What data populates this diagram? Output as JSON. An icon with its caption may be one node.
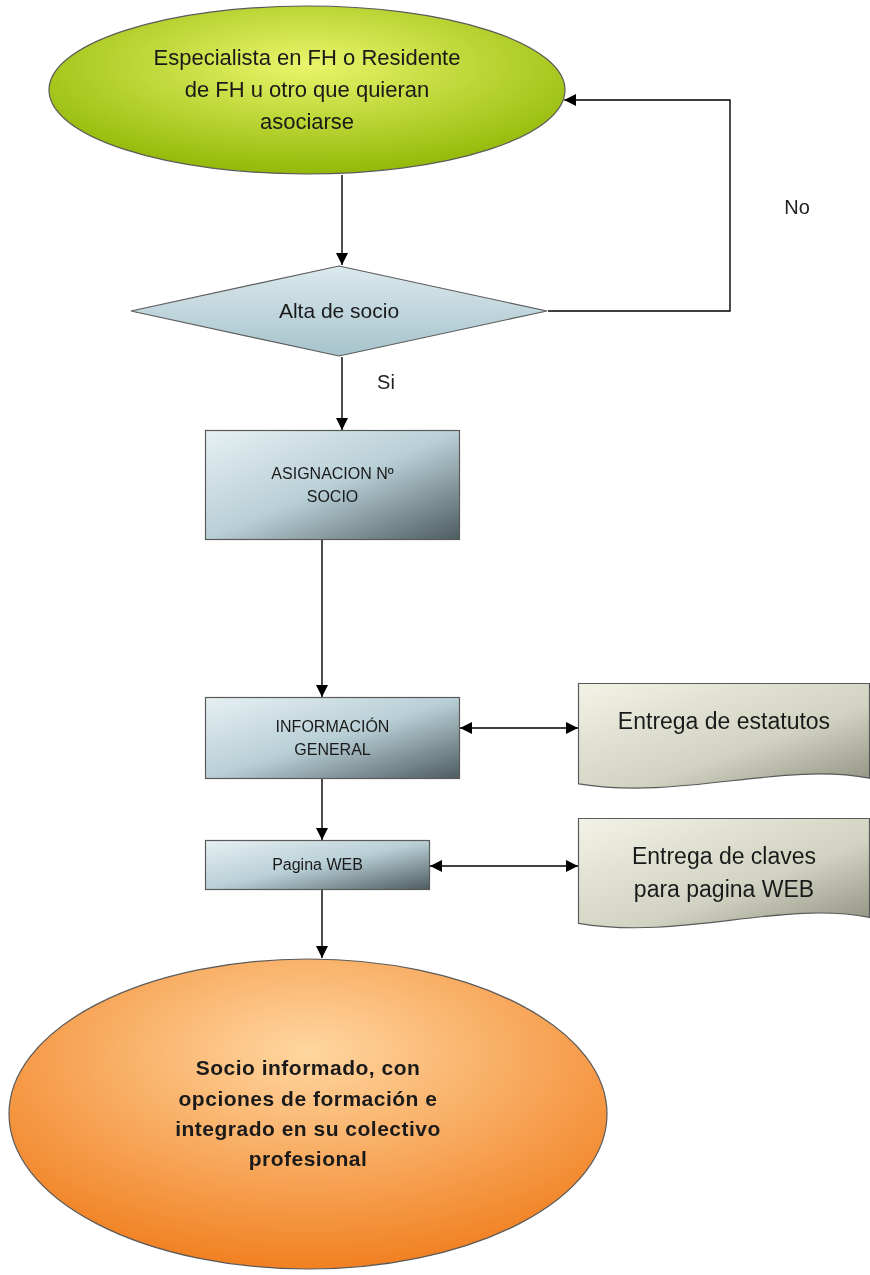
{
  "diagram": {
    "nodes": [
      {
        "text": [
          "Especialista en FH o Residente de FH u otro que quieran asociarse"
        ]
      },
      {
        "text": [
          "Alta de socio"
        ]
      },
      {
        "text": [
          "ASIGNACION Nº SOCIO"
        ]
      },
      {
        "text": [
          "INFORMACIÓN GENERAL"
        ]
      },
      {
        "text": [
          "Entrega de estatutos"
        ]
      },
      {
        "text": [
          "Pagina WEB"
        ]
      },
      {
        "text": [
          "Entrega de claves para pagina WEB"
        ]
      },
      {
        "text": [
          "Socio informado, con opciones de formación e integrado en su colectivo profesional"
        ]
      }
    ],
    "edges": [
      {
        "from": 0,
        "to": 1,
        "arrow": "to"
      },
      {
        "from": 1,
        "to": 0,
        "arrow": "to",
        "label": "No"
      },
      {
        "from": 1,
        "to": 2,
        "arrow": "to",
        "label": "Si"
      },
      {
        "from": 2,
        "to": 3,
        "arrow": "to"
      },
      {
        "from": 3,
        "to": 4,
        "arrow": "both"
      },
      {
        "from": 3,
        "to": 5,
        "arrow": "to"
      },
      {
        "from": 5,
        "to": 6,
        "arrow": "both"
      },
      {
        "from": 5,
        "to": 7,
        "arrow": "to"
      }
    ]
  }
}
